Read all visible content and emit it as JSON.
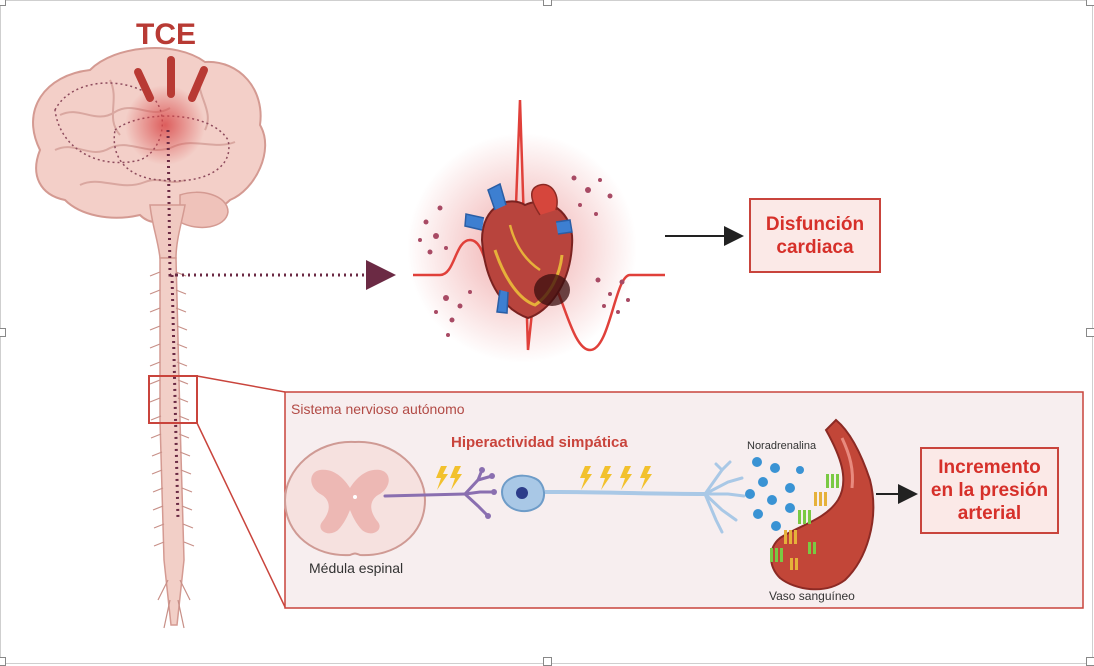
{
  "labels": {
    "tce": "TCE",
    "cardiac_result": [
      "Disfunción",
      "cardiaca"
    ],
    "panel_title": "Sistema nervioso autónomo",
    "hyperactivity": "Hiperactividad simpática",
    "noradrenaline": "Noradrenalina",
    "spinal_cord": "Médula espinal",
    "blood_vessel": "Vaso sanguíneo",
    "pressure_result": [
      "Incremento",
      "en la presión",
      "arterial"
    ]
  },
  "colors": {
    "accent_red": "#d6302a",
    "box_fill": "#fbe9e7",
    "brain_fill": "#f3cfc8",
    "nerve": "#6b2a44",
    "neuron_blue": "#a9c8e6",
    "axon_purple": "#8a6fb0"
  },
  "icons": [
    "brain-illustration",
    "heart-illustration",
    "spinal-cord-cross-section",
    "neuron-illustration",
    "blood-vessel-illustration",
    "lightning-bolt-icon",
    "arrow-icon"
  ]
}
